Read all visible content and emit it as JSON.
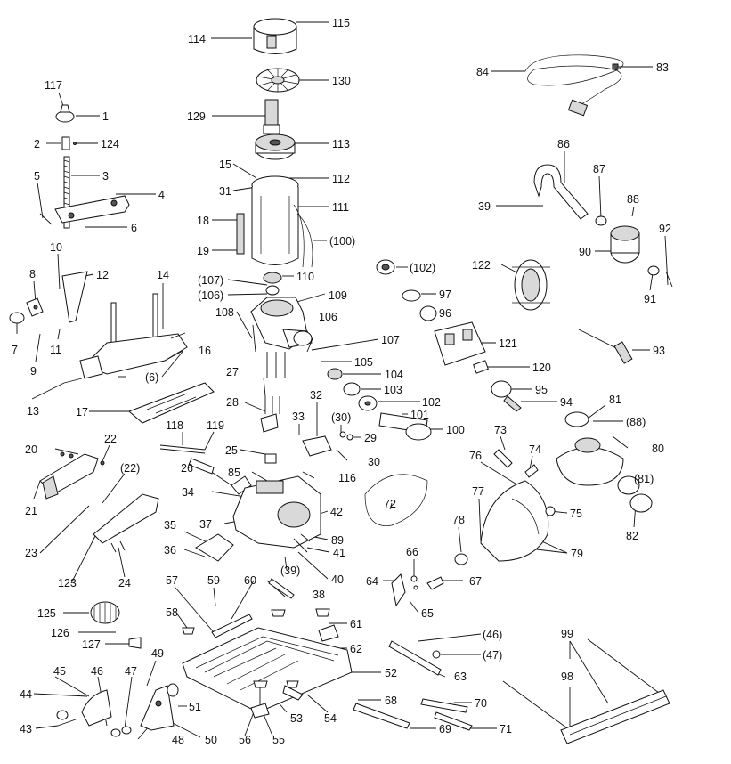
{
  "diagram": {
    "callouts": [
      {
        "id": "c114",
        "label": "114"
      },
      {
        "id": "c115",
        "label": "115"
      },
      {
        "id": "c130",
        "label": "130"
      },
      {
        "id": "c129",
        "label": "129"
      },
      {
        "id": "c113",
        "label": "113"
      },
      {
        "id": "c15",
        "label": "15"
      },
      {
        "id": "c112",
        "label": "112"
      },
      {
        "id": "c31",
        "label": "31"
      },
      {
        "id": "c111",
        "label": "111"
      },
      {
        "id": "c18",
        "label": "18"
      },
      {
        "id": "c100p",
        "label": "(100)"
      },
      {
        "id": "c19",
        "label": "19"
      },
      {
        "id": "c107p",
        "label": "(107)"
      },
      {
        "id": "c110",
        "label": "110"
      },
      {
        "id": "c106p",
        "label": "(106)"
      },
      {
        "id": "c109",
        "label": "109"
      },
      {
        "id": "c108",
        "label": "108"
      },
      {
        "id": "c106",
        "label": "106"
      },
      {
        "id": "c107",
        "label": "107"
      },
      {
        "id": "c105",
        "label": "105"
      },
      {
        "id": "c104",
        "label": "104"
      },
      {
        "id": "c102p",
        "label": "(102)"
      },
      {
        "id": "c97",
        "label": "97"
      },
      {
        "id": "c96",
        "label": "96"
      },
      {
        "id": "c121",
        "label": "121"
      },
      {
        "id": "c120",
        "label": "120"
      },
      {
        "id": "c103",
        "label": "103"
      },
      {
        "id": "c102",
        "label": "102"
      },
      {
        "id": "c101",
        "label": "101"
      },
      {
        "id": "c100",
        "label": "100"
      },
      {
        "id": "c84",
        "label": "84"
      },
      {
        "id": "c83",
        "label": "83"
      },
      {
        "id": "c86",
        "label": "86"
      },
      {
        "id": "c87",
        "label": "87"
      },
      {
        "id": "c39",
        "label": "39"
      },
      {
        "id": "c88",
        "label": "88"
      },
      {
        "id": "c92",
        "label": "92"
      },
      {
        "id": "c90",
        "label": "90"
      },
      {
        "id": "c91",
        "label": "91"
      },
      {
        "id": "c122",
        "label": "122"
      },
      {
        "id": "c93",
        "label": "93"
      },
      {
        "id": "c95",
        "label": "95"
      },
      {
        "id": "c94",
        "label": "94"
      },
      {
        "id": "c81",
        "label": "81"
      },
      {
        "id": "c88p",
        "label": "(88)"
      },
      {
        "id": "c80",
        "label": "80"
      },
      {
        "id": "c81p",
        "label": "(81)"
      },
      {
        "id": "c82",
        "label": "82"
      },
      {
        "id": "c117",
        "label": "117"
      },
      {
        "id": "c1",
        "label": "1"
      },
      {
        "id": "c2",
        "label": "2"
      },
      {
        "id": "c124",
        "label": "124"
      },
      {
        "id": "c3",
        "label": "3"
      },
      {
        "id": "c5",
        "label": "5"
      },
      {
        "id": "c4",
        "label": "4"
      },
      {
        "id": "c6",
        "label": "6"
      },
      {
        "id": "c10",
        "label": "10"
      },
      {
        "id": "c8",
        "label": "8"
      },
      {
        "id": "c12",
        "label": "12"
      },
      {
        "id": "c14",
        "label": "14"
      },
      {
        "id": "c7",
        "label": "7"
      },
      {
        "id": "c9",
        "label": "9"
      },
      {
        "id": "c11",
        "label": "11"
      },
      {
        "id": "c16",
        "label": "16"
      },
      {
        "id": "c6p",
        "label": "(6)"
      },
      {
        "id": "c13",
        "label": "13"
      },
      {
        "id": "c17",
        "label": "17"
      },
      {
        "id": "c27",
        "label": "27"
      },
      {
        "id": "c28",
        "label": "28"
      },
      {
        "id": "c32",
        "label": "32"
      },
      {
        "id": "c33",
        "label": "33"
      },
      {
        "id": "c30p",
        "label": "(30)"
      },
      {
        "id": "c29",
        "label": "29"
      },
      {
        "id": "c30",
        "label": "30"
      },
      {
        "id": "c118",
        "label": "118"
      },
      {
        "id": "c119",
        "label": "119"
      },
      {
        "id": "c20",
        "label": "20"
      },
      {
        "id": "c22",
        "label": "22"
      },
      {
        "id": "c25",
        "label": "25"
      },
      {
        "id": "c26",
        "label": "26"
      },
      {
        "id": "c116",
        "label": "116"
      },
      {
        "id": "c85",
        "label": "85"
      },
      {
        "id": "c22p",
        "label": "(22)"
      },
      {
        "id": "c34",
        "label": "34"
      },
      {
        "id": "c21",
        "label": "21"
      },
      {
        "id": "c37",
        "label": "37"
      },
      {
        "id": "c42",
        "label": "42"
      },
      {
        "id": "c72",
        "label": "72"
      },
      {
        "id": "c23",
        "label": "23"
      },
      {
        "id": "c35",
        "label": "35"
      },
      {
        "id": "c89",
        "label": "89"
      },
      {
        "id": "c36",
        "label": "36"
      },
      {
        "id": "c41",
        "label": "41"
      },
      {
        "id": "c39p",
        "label": "(39)"
      },
      {
        "id": "c40",
        "label": "40"
      },
      {
        "id": "c123",
        "label": "123"
      },
      {
        "id": "c24",
        "label": "24"
      },
      {
        "id": "c73",
        "label": "73"
      },
      {
        "id": "c76",
        "label": "76"
      },
      {
        "id": "c74",
        "label": "74"
      },
      {
        "id": "c77",
        "label": "77"
      },
      {
        "id": "c75",
        "label": "75"
      },
      {
        "id": "c78",
        "label": "78"
      },
      {
        "id": "c79",
        "label": "79"
      },
      {
        "id": "c66",
        "label": "66"
      },
      {
        "id": "c64",
        "label": "64"
      },
      {
        "id": "c67",
        "label": "67"
      },
      {
        "id": "c65",
        "label": "65"
      },
      {
        "id": "c57",
        "label": "57"
      },
      {
        "id": "c59",
        "label": "59"
      },
      {
        "id": "c60",
        "label": "60"
      },
      {
        "id": "c38",
        "label": "38"
      },
      {
        "id": "c125",
        "label": "125"
      },
      {
        "id": "c58",
        "label": "58"
      },
      {
        "id": "c61",
        "label": "61"
      },
      {
        "id": "c126",
        "label": "126"
      },
      {
        "id": "c127",
        "label": "127"
      },
      {
        "id": "c62",
        "label": "62"
      },
      {
        "id": "c46p",
        "label": "(46)"
      },
      {
        "id": "c47p",
        "label": "(47)"
      },
      {
        "id": "c99",
        "label": "99"
      },
      {
        "id": "c98",
        "label": "98"
      },
      {
        "id": "c49",
        "label": "49"
      },
      {
        "id": "c52",
        "label": "52"
      },
      {
        "id": "c63",
        "label": "63"
      },
      {
        "id": "c45",
        "label": "45"
      },
      {
        "id": "c46",
        "label": "46"
      },
      {
        "id": "c47",
        "label": "47"
      },
      {
        "id": "c44",
        "label": "44"
      },
      {
        "id": "c51",
        "label": "51"
      },
      {
        "id": "c68",
        "label": "68"
      },
      {
        "id": "c70",
        "label": "70"
      },
      {
        "id": "c53",
        "label": "53"
      },
      {
        "id": "c54",
        "label": "54"
      },
      {
        "id": "c43",
        "label": "43"
      },
      {
        "id": "c48",
        "label": "48"
      },
      {
        "id": "c50",
        "label": "50"
      },
      {
        "id": "c56",
        "label": "56"
      },
      {
        "id": "c55",
        "label": "55"
      },
      {
        "id": "c69",
        "label": "69"
      },
      {
        "id": "c71",
        "label": "71"
      }
    ]
  }
}
